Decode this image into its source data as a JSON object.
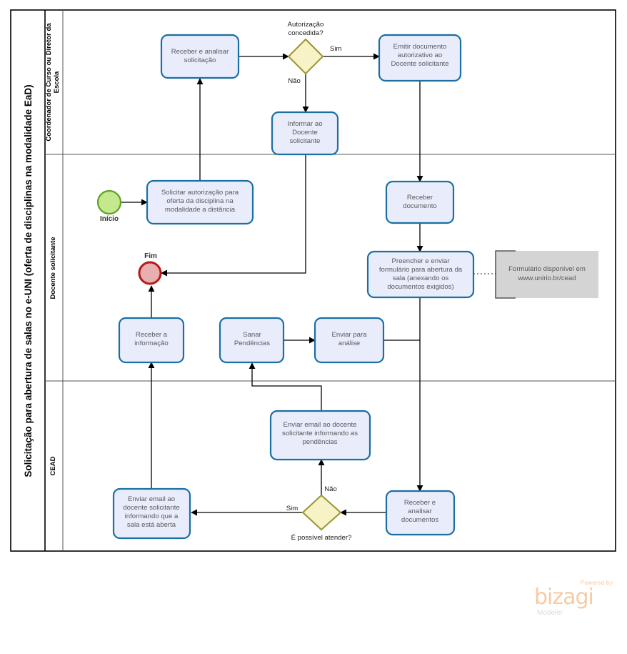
{
  "pool": {
    "title": "Solicitação para abertura de salas no e-UNI (oferta de disciplinas na modalidade EaD)",
    "lanes": [
      {
        "id": "coordenador",
        "label": "Coordenador de Curso ou Diretor da Escola"
      },
      {
        "id": "docente",
        "label": "Docente  solicitante"
      },
      {
        "id": "cead",
        "label": "CEAD"
      }
    ]
  },
  "events": {
    "start": {
      "label": "Início",
      "fill": "#C3E88D",
      "stroke": "#5FA223"
    },
    "end": {
      "label": "Fim",
      "fill": "#E9AFAF",
      "stroke": "#B21A1A"
    }
  },
  "tasks": {
    "receber_analisar_solicitacao": {
      "lines": [
        "Receber  e analisar",
        "solicitação"
      ]
    },
    "emitir_documento": {
      "lines": [
        "Emitir documento",
        "autorizativo ao",
        "Docente solicitante"
      ]
    },
    "informar_docente": {
      "lines": [
        "Informar ao",
        "Docente",
        "solicitante"
      ]
    },
    "solicitar_autorizacao": {
      "lines": [
        "Solicitar autorização para",
        "oferta da disciplina na",
        "modalidade a distância"
      ]
    },
    "receber_documento": {
      "lines": [
        "Receber",
        "documento"
      ]
    },
    "preencher_enviar_formulario": {
      "lines": [
        "Preencher e enviar",
        "formulário para abertura da",
        "sala (anexando os",
        "documentos exigidos)"
      ]
    },
    "receber_informacao": {
      "lines": [
        "Receber a",
        "informação"
      ]
    },
    "sanar_pendencias": {
      "lines": [
        "Sanar",
        "Pendências"
      ]
    },
    "enviar_para_analise": {
      "lines": [
        "Enviar para",
        "análise"
      ]
    },
    "enviar_email_pendencias": {
      "lines": [
        "Enviar email ao docente",
        "solicitante informando as",
        "pendências"
      ]
    },
    "enviar_email_sala_aberta": {
      "lines": [
        "Enviar email ao",
        "docente solicitante",
        "informando que a",
        "sala está aberta"
      ]
    },
    "receber_analisar_documentos": {
      "lines": [
        "Receber e",
        "analisar",
        "documentos"
      ]
    }
  },
  "gateways": {
    "autorizacao": {
      "question_lines": [
        "Autorização",
        "concedida?"
      ],
      "yes_label": "Sim",
      "no_label": "Não",
      "fill": "#F7F3C6",
      "stroke": "#9A9431"
    },
    "possivel_atender": {
      "question_lines": [
        "É possível atender?"
      ],
      "yes_label": "Sim",
      "no_label": "Não",
      "fill": "#F7F3C6",
      "stroke": "#9A9431"
    }
  },
  "annotations": {
    "formulario": {
      "lines": [
        "Formulário disponível em",
        "www.unirio.br/cead"
      ],
      "fill": "#D4D4D4"
    }
  },
  "branding": {
    "powered_by": "Powered by",
    "wordmark": "bizagi",
    "product": "Modeler",
    "color": "#F7CBA4"
  }
}
